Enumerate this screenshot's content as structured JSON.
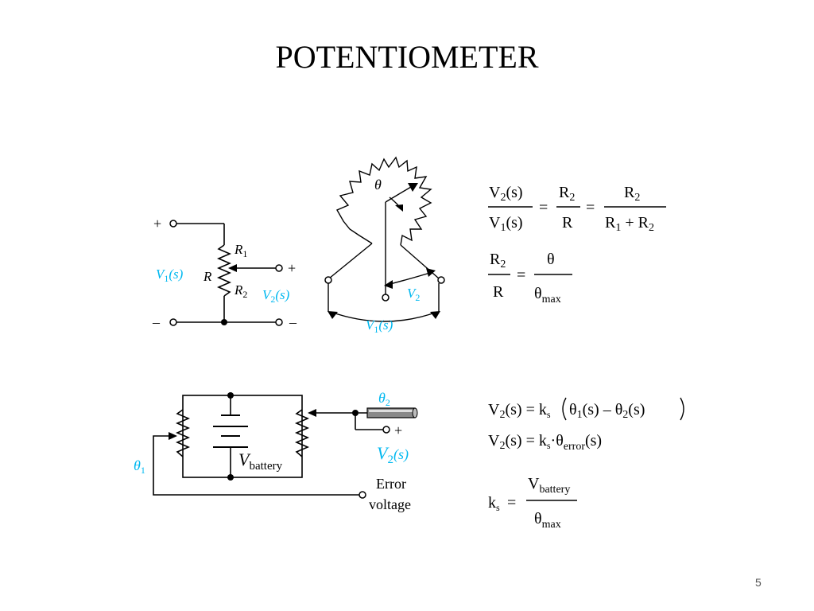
{
  "slide": {
    "title": "POTENTIOMETER",
    "page_number": "5"
  },
  "colors": {
    "ink": "#000000",
    "signal": "#00b8f0"
  },
  "circuit1": {
    "plus": "+",
    "minus": "–",
    "plus_right": "+",
    "minus_right": "–",
    "r1_main": "R",
    "r1_sub": "1",
    "r": "R",
    "r2_main": "R",
    "r2_sub": "2",
    "v1_main": "V",
    "v1_sub": "1",
    "v1_arg": "(s)",
    "v2_main": "V",
    "v2_sub": "2",
    "v2_arg": "(s)"
  },
  "knob": {
    "theta": "θ",
    "v2_main": "V",
    "v2_sub": "2",
    "v1_main": "V",
    "v1_sub": "1",
    "v1_arg": "(s)"
  },
  "circuit2": {
    "theta2_main": "θ",
    "theta2_sub": "2",
    "theta1_main": "θ",
    "theta1_sub": "1",
    "plus": "+",
    "vout_main": "V",
    "vout_sub": "2",
    "vout_arg": "(s)",
    "vbatt_main": "V",
    "vbatt_sub": "battery",
    "error_line1": "Error",
    "error_line2": "voltage"
  },
  "equations": {
    "eq1": {
      "l_num_main": "V",
      "l_num_sub": "2",
      "l_num_arg": "(s)",
      "l_den_main": "V",
      "l_den_sub": "1",
      "l_den_arg": "(s)",
      "eq_a": "=",
      "m_num_main": "R",
      "m_num_sub": "2",
      "m_den": "R",
      "eq_b": "=",
      "r_num_main": "R",
      "r_num_sub": "2",
      "r_den_a": "R",
      "r_den_a_sub": "1",
      "r_den_plus": " + ",
      "r_den_b": "R",
      "r_den_b_sub": "2"
    },
    "eq2": {
      "num_main": "R",
      "num_sub": "2",
      "den": "R",
      "eq": "=",
      "r_num": "θ",
      "r_den_main": "θ",
      "r_den_sub": "max"
    },
    "eq3": {
      "lhs_main": "V",
      "lhs_sub": "2",
      "lhs_arg": "(s)",
      "eq": " = ",
      "k_main": "k",
      "k_sub": "s",
      "t1_main": "θ",
      "t1_sub": "1",
      "t1_arg": "(s)",
      "minus": " – ",
      "t2_main": "θ",
      "t2_sub": "2",
      "t2_arg": "(s)"
    },
    "eq4": {
      "lhs_main": "V",
      "lhs_sub": "2",
      "lhs_arg": "(s)",
      "eq": " = ",
      "k_main": "k",
      "k_sub": "s",
      "dot": "·",
      "t_main": "θ",
      "t_sub": "error",
      "t_arg": "(s)"
    },
    "eq5": {
      "k_main": "k",
      "k_sub": "s",
      "eq": "=",
      "num_main": "V",
      "num_sub": "battery",
      "den_main": "θ",
      "den_sub": "max"
    }
  }
}
